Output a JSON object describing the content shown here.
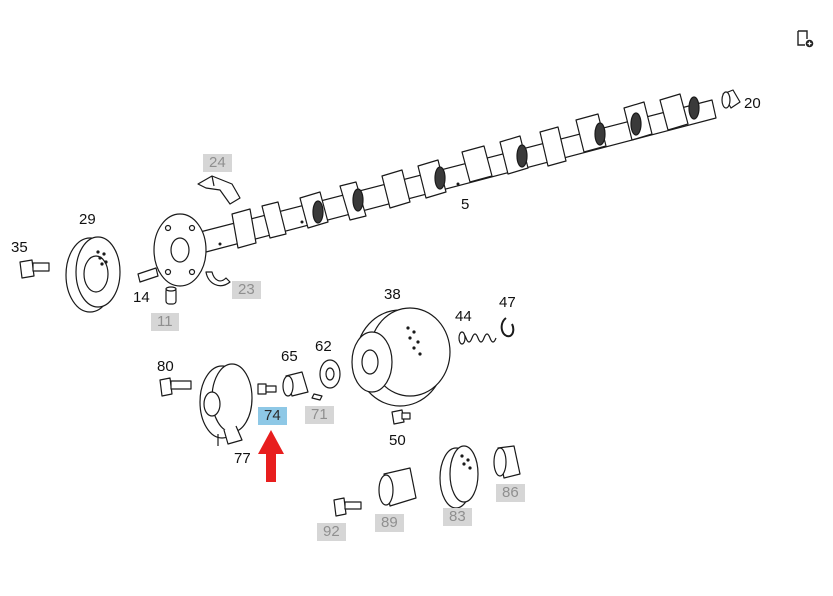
{
  "toolbar": {
    "export_icon": "page-export-icon"
  },
  "diagram": {
    "labels": {
      "p20": "20",
      "p5": "5",
      "p24": "24",
      "p29": "29",
      "p35": "35",
      "p14": "14",
      "p11": "11",
      "p23": "23",
      "p38": "38",
      "p44": "44",
      "p47": "47",
      "p80": "80",
      "p65": "65",
      "p62": "62",
      "p74": "74",
      "p71": "71",
      "p50": "50",
      "p77": "77",
      "p92": "92",
      "p89": "89",
      "p83": "83",
      "p86": "86"
    },
    "selected_part": "74",
    "colors": {
      "line": "#1a1a1a",
      "label_box": "#d6d6d6",
      "selected_box": "#8ec8e6",
      "arrow": "#e81e1e"
    }
  }
}
